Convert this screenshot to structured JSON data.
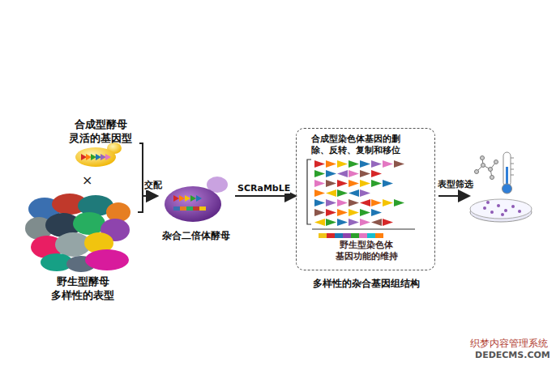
{
  "diagram": {
    "nodes": [
      {
        "text": [
          "合成型酵母",
          "灵活的基因型"
        ]
      },
      {
        "text": [
          "野生型酵母",
          "多样性的表型"
        ]
      },
      {
        "text": [
          "杂合二倍体酵母"
        ]
      },
      {
        "text": [
          "合成型染色体基因的删除、反转、复制和移位",
          "野生型染色体 基因功能的维持",
          "多样性的杂合基因组结构"
        ]
      }
    ],
    "edges": [
      {
        "from": 0,
        "to": 2,
        "arrow": "to",
        "label": "交配"
      },
      {
        "from": 1,
        "to": 2,
        "arrow": "to"
      },
      {
        "from": 2,
        "to": 3,
        "arrow": "to",
        "label": "SCRaMbLE"
      }
    ],
    "labels": [
      "×",
      "表型筛选",
      "织梦内容管理系统",
      "DEDECMS.COM"
    ]
  }
}
